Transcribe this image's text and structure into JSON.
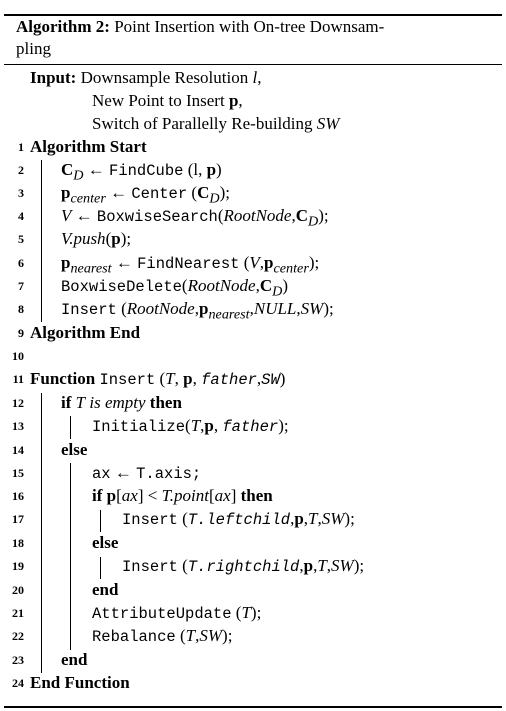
{
  "caption": {
    "label": "Algorithm 2:",
    "title_line1": "Point Insertion with On-tree Downsam-",
    "title_line2": "pling"
  },
  "input": {
    "label": "Input:",
    "line1": "Downsample Resolution",
    "line1_var": "l",
    "line1_tail": ",",
    "line2": "New Point to Insert",
    "line2_var": "p",
    "line2_tail": ",",
    "line3": "Switch of Parallelly Re-building",
    "line3_var": "SW"
  },
  "line_numbers": [
    "1",
    "2",
    "3",
    "4",
    "5",
    "6",
    "7",
    "8",
    "9",
    "10",
    "11",
    "12",
    "13",
    "14",
    "15",
    "16",
    "17",
    "18",
    "19",
    "20",
    "21",
    "22",
    "23",
    "24"
  ],
  "kw": {
    "algorithm_start": "Algorithm Start",
    "algorithm_end": "Algorithm End",
    "function": "Function",
    "end_function": "End Function",
    "if": "if",
    "then": "then",
    "else": "else",
    "end": "end",
    "is_empty": "is empty"
  },
  "sym": {
    "arrow": "←",
    "lt": "<"
  },
  "lines": {
    "l2": {
      "v": "C",
      "sub": "D",
      "call": "FindCube",
      "args": "(l, ",
      "p": "p",
      "close": ")"
    },
    "l3": {
      "v": "p",
      "sub": "center",
      "call": "Center",
      "open": " (",
      "C": "C",
      "csub": "D",
      "close": ");"
    },
    "l4": {
      "v": "V",
      "call": "BoxwiseSearch",
      "open": "(",
      "arg1": "RootNode",
      "C": "C",
      "csub": "D",
      "close": ");"
    },
    "l5": {
      "v": "V.push",
      "open": "(",
      "p": "p",
      "close": ");"
    },
    "l6": {
      "v": "p",
      "sub": "nearest",
      "call": "FindNearest",
      "open": " (",
      "arg1": "V",
      "p": "p",
      "psub": "center",
      "close": ");"
    },
    "l7": {
      "call": "BoxwiseDelete",
      "open": "(",
      "arg1": "RootNode",
      "C": "C",
      "csub": "D",
      "close": ")"
    },
    "l8": {
      "call": "Insert",
      "open": " (",
      "arg1": "RootNode",
      "p": "p",
      "psub": "nearest",
      "arg3": "NULL",
      "arg4": "SW",
      "close": ");"
    },
    "l11": {
      "call": "Insert",
      "open": " (",
      "T": "T",
      "p": "p",
      "father": "father",
      "sw": "SW",
      "close": ")"
    },
    "l12": {
      "T": "T"
    },
    "l13": {
      "call": "Initialize",
      "open": "(",
      "T": "T",
      "p": "p",
      "father": "father",
      "close": ");"
    },
    "l15": {
      "lhs": "ax",
      "rhs": "T.axis;"
    },
    "l16": {
      "p": "p",
      "idx": "ax",
      "rhs": "T.point",
      "idx2": "ax"
    },
    "l17": {
      "call": "Insert",
      "open": " (",
      "arg1": "T.leftchild",
      "p": "p",
      "T": "T",
      "sw": "SW",
      "close": ");"
    },
    "l19": {
      "call": "Insert",
      "open": " (",
      "arg1": "T.rightchild",
      "p": "p",
      "T": "T",
      "sw": "SW",
      "close": ");"
    },
    "l21": {
      "call": "AttributeUpdate",
      "open": " (",
      "T": "T",
      "close": ");"
    },
    "l22": {
      "call": "Rebalance",
      "open": " (",
      "T": "T",
      "sw": "SW",
      "close": ");"
    }
  }
}
